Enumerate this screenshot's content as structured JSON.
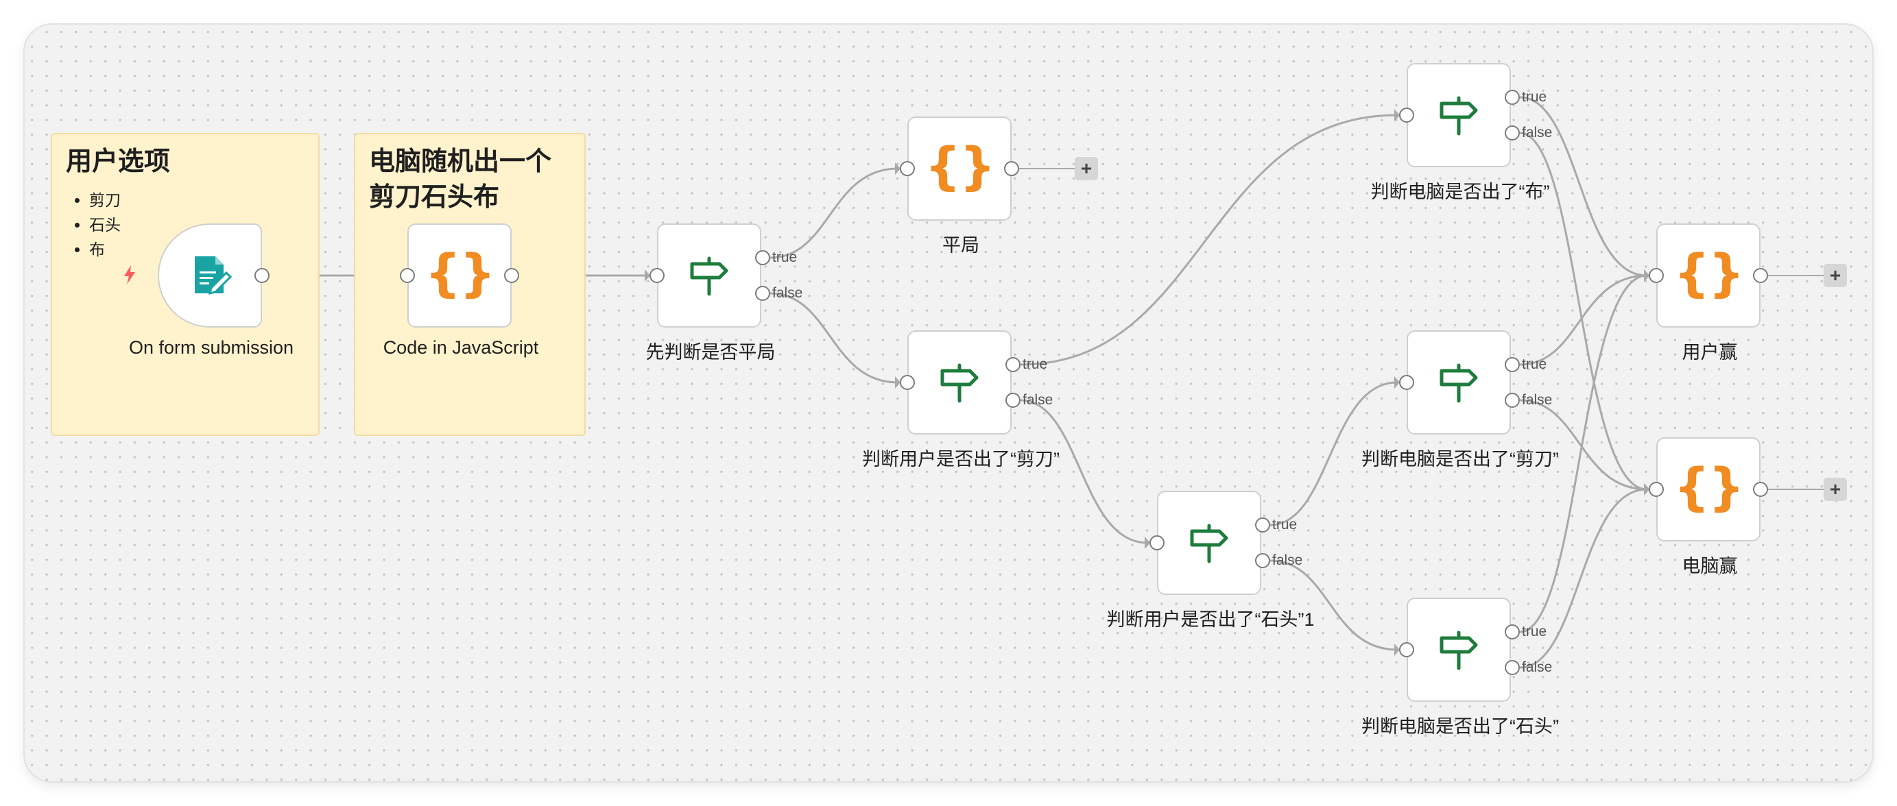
{
  "colors": {
    "canvas": "#f2f2f2",
    "sticky": "#fff3cd",
    "code_icon": "#f08c22",
    "if_icon": "#1e7c3c",
    "form_icon": "#1aa3a3",
    "trigger_bolt": "#ff5a5a",
    "edge": "#a9a9a9"
  },
  "sticky_notes": [
    {
      "title": "用户选项",
      "items": [
        "剪刀",
        "石头",
        "布"
      ]
    },
    {
      "title_lines": [
        "电脑随机出一个",
        "剪刀石头布"
      ]
    }
  ],
  "nodes": {
    "form_trigger": {
      "label": "On form submission",
      "icon": "form-icon"
    },
    "code_js": {
      "label": "Code in JavaScript",
      "icon": "code-braces-icon"
    },
    "if_draw": {
      "label": "先判断是否平局",
      "icon": "signpost-icon"
    },
    "draw": {
      "label": "平局",
      "icon": "code-braces-icon"
    },
    "if_user_scissors": {
      "label": "判断用户是否出了“剪刀”",
      "icon": "signpost-icon"
    },
    "if_user_rock": {
      "label": "判断用户是否出了“石头”1",
      "icon": "signpost-icon"
    },
    "if_pc_paper": {
      "label": "判断电脑是否出了“布”",
      "icon": "signpost-icon"
    },
    "if_pc_scissors": {
      "label": "判断电脑是否出了“剪刀”",
      "icon": "signpost-icon"
    },
    "if_pc_rock": {
      "label": "判断电脑是否出了“石头”",
      "icon": "signpost-icon"
    },
    "user_wins": {
      "label": "用户赢",
      "icon": "code-braces-icon"
    },
    "pc_wins": {
      "label": "电脑赢",
      "icon": "code-braces-icon"
    }
  },
  "branch_labels": {
    "true": "true",
    "false": "false"
  },
  "add_button": "+",
  "brace_glyph": "{}"
}
